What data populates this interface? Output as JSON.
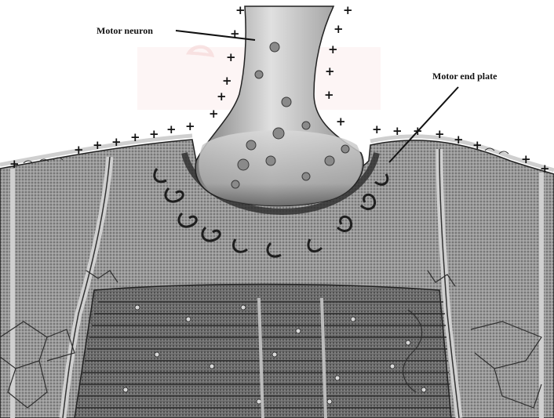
{
  "diagram": {
    "labels": {
      "motor_neuron": "Motor neuron",
      "motor_end_plate": "Motor end plate"
    },
    "charges": {
      "symbol": "+",
      "polarity": "positive"
    }
  },
  "colors": {
    "watermark": "#f1c4c4",
    "ink": "#111111",
    "neuron_light": "#d9d9d9",
    "neuron_dark": "#6a6a6a",
    "muscle_fill": "#8c8c8c",
    "muscle_dark": "#4a4a4a"
  }
}
